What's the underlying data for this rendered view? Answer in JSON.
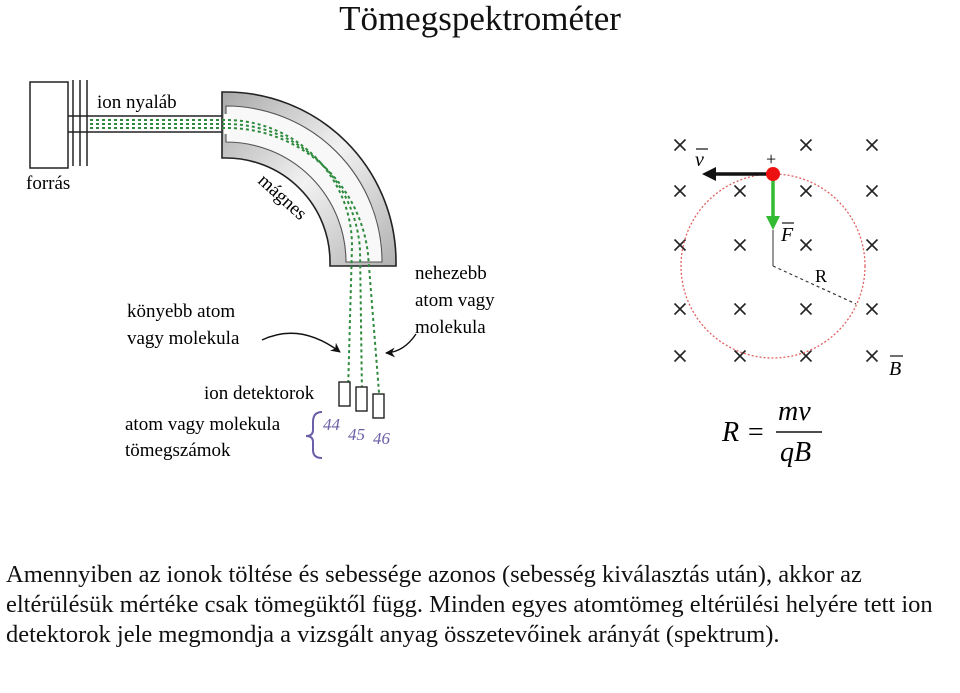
{
  "title": "Tömegspektrométer",
  "left_diagram": {
    "source_label": "forrás",
    "beam_label": "ion nyaláb",
    "magnet_label": "mágnes",
    "lighter_label_line1": "könyebb atom",
    "lighter_label_line2": "vagy molekula",
    "heavier_label_line1": "nehezebb",
    "heavier_label_line2": "atom vagy",
    "heavier_label_line3": "molekula",
    "detectors_label": "ion detektorok",
    "mass_label_line1": "atom vagy molekula",
    "mass_label_line2": "tömegszámok",
    "mass_numbers": [
      "44",
      "45",
      "46"
    ],
    "beam_color": "#2e8b3e",
    "mass_number_color": "#6b5fa8"
  },
  "right_diagram": {
    "velocity_label": "v",
    "force_label": "F",
    "field_label": "B",
    "charge_sign": "+",
    "radius_label": "R",
    "formula_lhs": "R =",
    "formula_numerator": "mv",
    "formula_denominator": "qB",
    "particle_color": "#ee1111",
    "force_color": "#33bb33",
    "circle_color": "#e06060"
  },
  "paragraph": "Amennyiben az ionok töltése és sebessége azonos (sebesség kiválasztás után), akkor az eltérülésük mértéke csak tömegüktől függ. Minden egyes atomtömeg eltérülési helyére tett ion detektorok jele megmondja a vizsgált anyag összetevőinek arányát (spektrum)."
}
